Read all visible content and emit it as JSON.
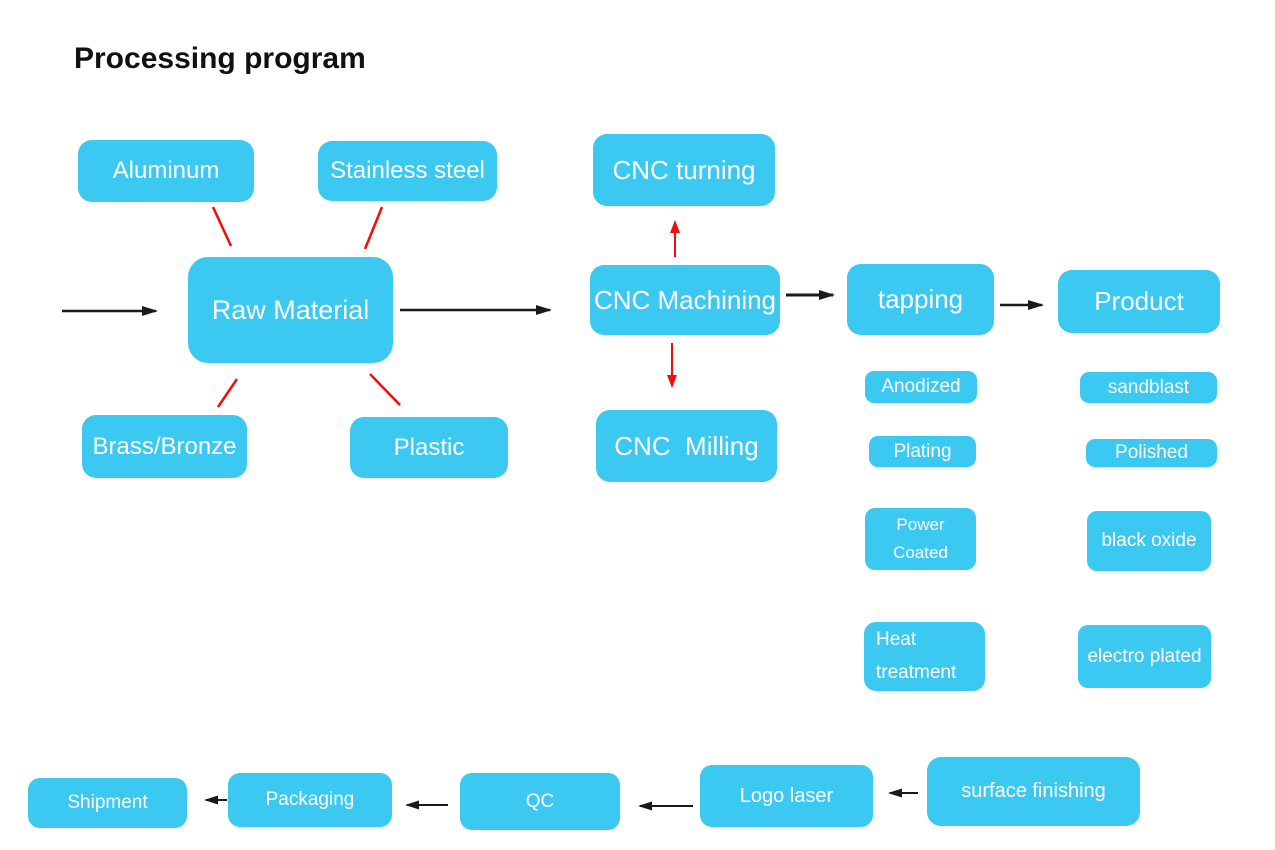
{
  "title": "Processing program",
  "colors": {
    "node_fill": "#3bc8f1",
    "node_text": "#ffffff",
    "connector_black": "#1a1a1a",
    "connector_red": "#f40b0b",
    "title_text": "#111111"
  },
  "nodes": {
    "aluminum": {
      "label": "Aluminum"
    },
    "stainless_steel": {
      "label": "Stainless steel"
    },
    "cnc_turning": {
      "label": "CNC turning"
    },
    "raw_material": {
      "label": "Raw Material"
    },
    "cnc_machining": {
      "label": "CNC Machining"
    },
    "tapping": {
      "label": "tapping"
    },
    "product": {
      "label": "Product"
    },
    "brass_bronze": {
      "label": "Brass/Bronze"
    },
    "plastic": {
      "label": "Plastic"
    },
    "cnc_milling": {
      "label": "CNC  Milling"
    },
    "anodized": {
      "label": "Anodized"
    },
    "sandblast": {
      "label": "sandblast"
    },
    "plating": {
      "label": "Plating"
    },
    "polished": {
      "label": "Polished"
    },
    "power_coated": {
      "line1": "Power",
      "line2": "Coated"
    },
    "black_oxide": {
      "label": "black oxide"
    },
    "heat_treatment": {
      "line1": "Heat",
      "line2": "treatment"
    },
    "electro_plated": {
      "label": "electro plated"
    },
    "shipment": {
      "label": "Shipment"
    },
    "packaging": {
      "label": "Packaging"
    },
    "qc": {
      "label": "QC"
    },
    "logo_laser": {
      "label": "Logo laser"
    },
    "surface_finishing": {
      "label": "surface finishing"
    }
  },
  "edges": [
    {
      "from": "start",
      "to": "raw_material",
      "type": "arrow",
      "color": "black"
    },
    {
      "from": "aluminum",
      "to": "raw_material",
      "type": "line",
      "color": "red"
    },
    {
      "from": "stainless_steel",
      "to": "raw_material",
      "type": "line",
      "color": "red"
    },
    {
      "from": "raw_material",
      "to": "brass_bronze",
      "type": "line",
      "color": "red"
    },
    {
      "from": "raw_material",
      "to": "plastic",
      "type": "line",
      "color": "red"
    },
    {
      "from": "raw_material",
      "to": "cnc_machining",
      "type": "arrow",
      "color": "black"
    },
    {
      "from": "cnc_machining",
      "to": "cnc_turning",
      "type": "arrow",
      "color": "red"
    },
    {
      "from": "cnc_machining",
      "to": "cnc_milling",
      "type": "arrow",
      "color": "red"
    },
    {
      "from": "cnc_machining",
      "to": "tapping",
      "type": "arrow",
      "color": "black"
    },
    {
      "from": "tapping",
      "to": "product",
      "type": "arrow",
      "color": "black"
    },
    {
      "from": "surface_finishing",
      "to": "logo_laser",
      "type": "arrow",
      "color": "black"
    },
    {
      "from": "logo_laser",
      "to": "qc",
      "type": "arrow",
      "color": "black"
    },
    {
      "from": "qc",
      "to": "packaging",
      "type": "arrow",
      "color": "black"
    },
    {
      "from": "packaging",
      "to": "shipment",
      "type": "arrow",
      "color": "black"
    }
  ]
}
